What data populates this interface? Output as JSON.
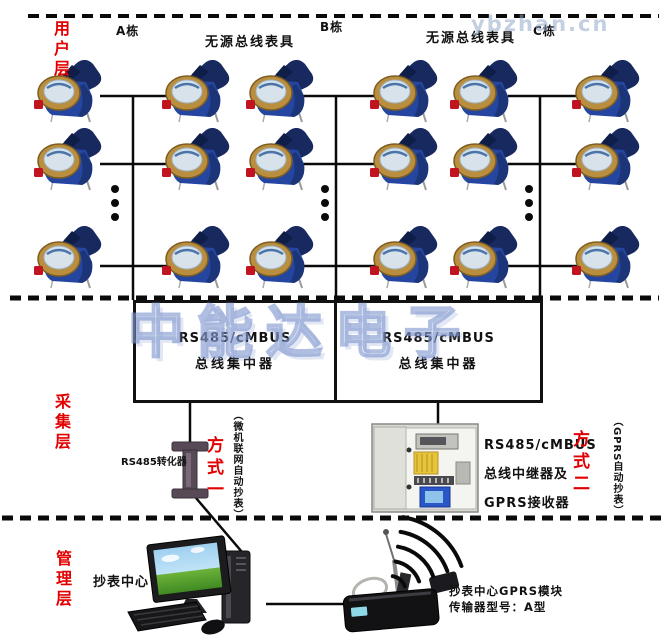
{
  "watermarks": {
    "center": "中能达电子",
    "corner": "ybzhan.cn"
  },
  "layers": {
    "user": "用户层",
    "collection": "采集层",
    "management": "管理层"
  },
  "buildings": [
    "A栋",
    "B栋",
    "C栋"
  ],
  "meter_group_labels": [
    "无源总线表具",
    "无源总线表具"
  ],
  "concentrators": [
    {
      "line1": "RS485/cMBUS",
      "line2": "总线集中器"
    },
    {
      "line1": "RS485/cMBUS",
      "line2": "总线集中器"
    }
  ],
  "method_one": {
    "label": "方式一",
    "device_label": "RS485转化器",
    "note": "（微机联网自动抄表）"
  },
  "method_two": {
    "label": "方式二",
    "device_line1": "RS485/cMBUS",
    "device_line2": "总线中继器及",
    "device_line3": "GPRS接收器",
    "note": "（GPRS自动抄表）"
  },
  "management_layer": {
    "reading_center_label": "抄表中心",
    "gprs_module_line1": "抄表中心GPRS模块",
    "gprs_module_line2": "传输器型号：A型"
  },
  "colors": {
    "accent_red": "#e20000",
    "watermark_blue": "#7c92cd",
    "line_black": "#111111",
    "meter_body_blue": "#2446a0",
    "meter_brass": "#b98f3f"
  }
}
